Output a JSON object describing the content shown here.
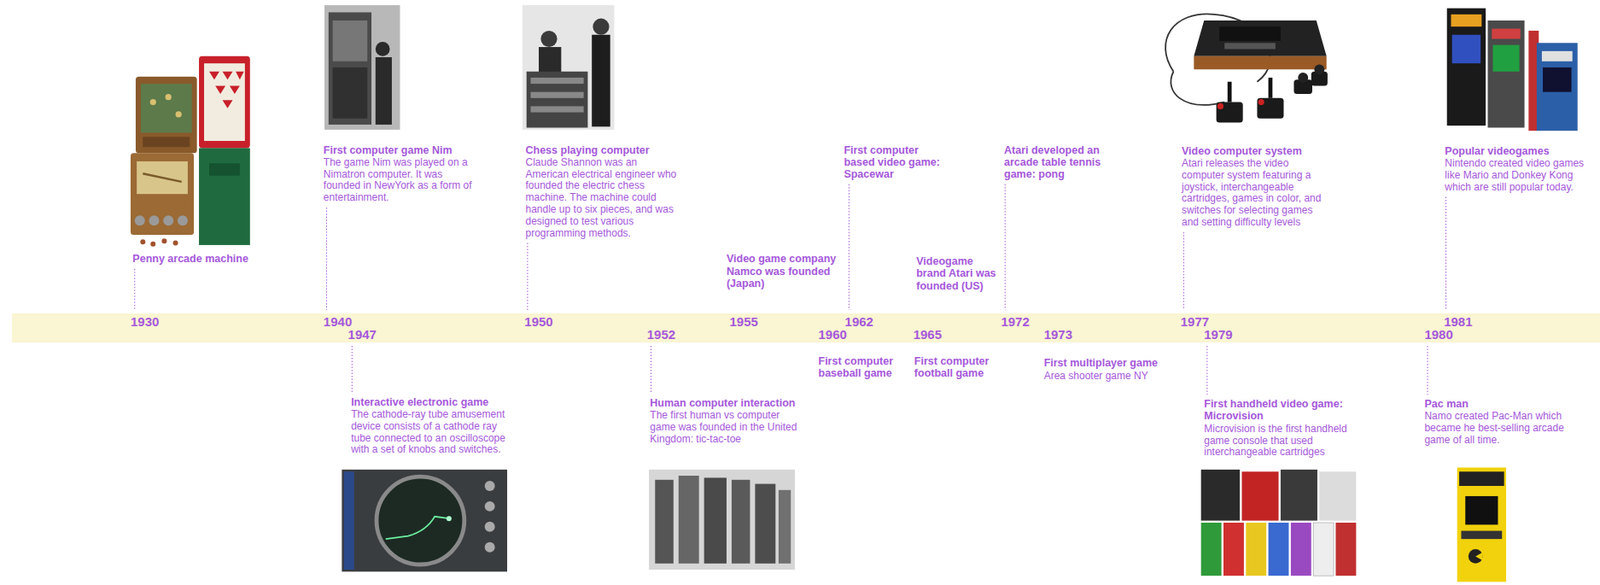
{
  "diagram": {
    "nodes": [
      {
        "text": [
          "1930",
          "1940",
          "1947",
          "1950",
          "1952",
          "1955",
          "1960",
          "1962",
          "1965",
          "1972",
          "1973",
          "1977",
          "1979",
          "1980",
          "1981"
        ]
      }
    ],
    "labels": [
      "Penny arcade machine",
      "First computer game Nim",
      "The game Nim was played on a Nimatron computer. It was founded in NewYork as a form of entertainment.",
      "Chess playing computer",
      "Claude Shannon was an American electrical engineer who founded the electric chess machine. The machine could handle up to six pieces, and was designed to test various programming methods.",
      "Video game company Namco was founded (Japan)",
      "First computer based video game: Spacewar",
      "Videogame brand Atari was founded (US)",
      "Atari developed an arcade table tennis game: pong",
      "Video computer system",
      "Atari releases the video computer system featuring a joystick, interchangeable cartridges, games in color, and switches for selecting games and setting difficulty levels",
      "Popular videogames",
      "Nintendo created video games like Mario and Donkey Kong which are still popular today.",
      "Interactive electronic game",
      "The cathode-ray tube amusement device consists of a cathode ray tube connected to an oscilloscope with a set of knobs and switches.",
      "Human computer interaction",
      "The first human vs computer game was founded in the United Kingdom: tic-tac-toe",
      "First computer baseball game",
      "First computer football game",
      "First multiplayer game",
      "Area shooter game NY",
      "First handheld video game: Microvision",
      "Microvision is the first handheld game console that used interchangeable cartridges",
      "Pac man",
      "Namo created Pac-Man which became he best-selling arcade game of all time."
    ]
  }
}
